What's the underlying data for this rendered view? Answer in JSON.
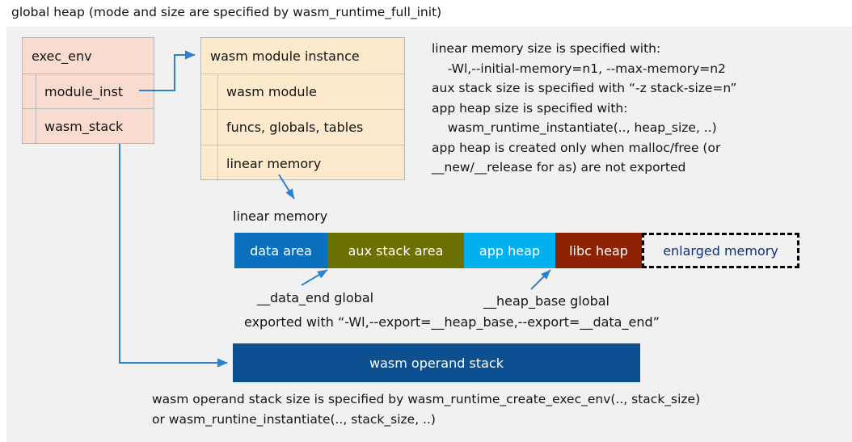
{
  "title": "global heap (mode and size are specified by wasm_runtime_full_init)",
  "exec_env": {
    "header": "exec_env",
    "rows": [
      {
        "label": "module_inst"
      },
      {
        "label": "wasm_stack"
      }
    ]
  },
  "module_instance": {
    "header": "wasm module instance",
    "rows": [
      {
        "label": "wasm module"
      },
      {
        "label": "funcs, globals, tables"
      },
      {
        "label": "linear memory"
      }
    ]
  },
  "notes": {
    "linear_memory": "linear memory size is specified with:\n    -Wl,--initial-memory=n1, --max-memory=n2\naux stack size is specified with “-z stack-size=n”\napp heap size is specified with:\n    wasm_runtime_instantiate(.., heap_size, ..)\napp heap is created only when malloc/free (or\n__new/__release for as) are not exported",
    "operand_stack": "wasm operand stack size is specified by wasm_runtime_create_exec_env(.., stack_size)\nor wasm_runtine_instantiate(.., stack_size, ..)"
  },
  "linear_memory_caption": "linear memory",
  "memory_bar": {
    "segments": [
      {
        "label": "data area",
        "color": "#0a70be",
        "width": 115,
        "dashed": false
      },
      {
        "label": "aux stack area",
        "color": "#6c7000",
        "width": 169,
        "dashed": false
      },
      {
        "label": "app heap",
        "color": "#00b0ef",
        "width": 113,
        "dashed": false
      },
      {
        "label": "libc heap",
        "color": "#8d2304",
        "width": 107,
        "dashed": false
      },
      {
        "label": "enlarged memory",
        "color": "#f1f1f1",
        "width": 195,
        "dashed": true
      }
    ]
  },
  "annotations": {
    "data_end": "__data_end global",
    "heap_base": "__heap_base global",
    "exported": "exported with “-Wl,--export=__heap_base,--export=__data_end”"
  },
  "operand_stack": {
    "label": "wasm operand stack",
    "color": "#0d5091"
  },
  "colors": {
    "panel_background": "#f1f1f1",
    "exec_env_fill": "#fadbd0",
    "module_instance_fill": "#fdeacc",
    "connector": "#2e81d0"
  }
}
